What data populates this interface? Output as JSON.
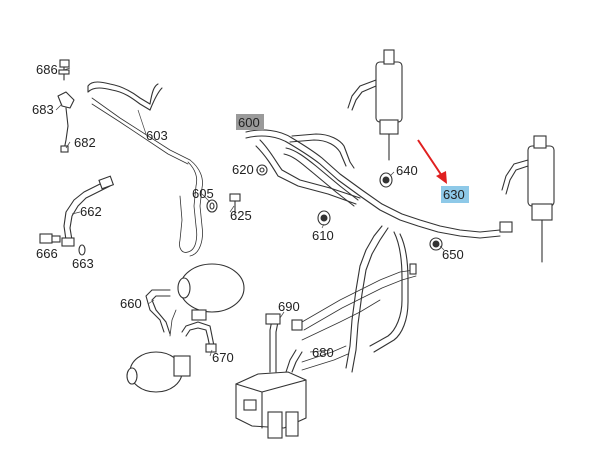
{
  "labels": {
    "p686": "686",
    "p683": "683",
    "p682": "682",
    "p603": "603",
    "p600": "600",
    "p620": "620",
    "p640": "640",
    "p630": "630",
    "p605": "605",
    "p625": "625",
    "p662": "662",
    "p666": "666",
    "p663": "663",
    "p610": "610",
    "p650": "650",
    "p660": "660",
    "p690": "690",
    "p680": "680",
    "p670": "670"
  },
  "highlight": {
    "gray": "#9a9a9a",
    "blue": "#8ec9e8",
    "arrow": "#e02020"
  }
}
